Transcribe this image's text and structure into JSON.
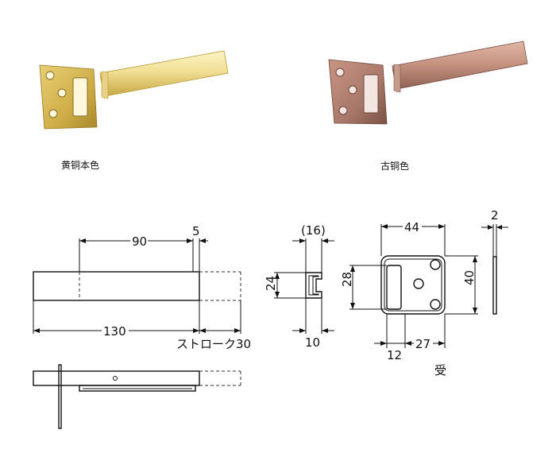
{
  "photos": {
    "brass_label": "黄铜本色",
    "bronze_label": "古铜色"
  },
  "colors": {
    "brass_light": "#f3e7a4",
    "brass_mid": "#d8bd5c",
    "brass_dark": "#a8862b",
    "bronze_light": "#d8aa98",
    "bronze_mid": "#b88473",
    "bronze_dark": "#7a5146"
  },
  "dimensions": {
    "top_90": "90",
    "top_5": "5",
    "bottom_130": "130",
    "stroke": "ストローク30",
    "end_16": "(16)",
    "end_24": "24",
    "end_10": "10",
    "plate_44": "44",
    "plate_28": "28",
    "plate_40": "40",
    "plate_12": "12",
    "plate_27": "27",
    "thick_2": "2",
    "receiver_label": "受"
  }
}
